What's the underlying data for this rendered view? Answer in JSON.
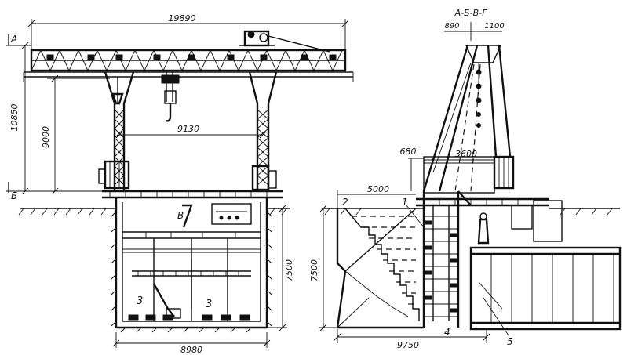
{
  "dimensions": {
    "span_width": "19890",
    "leg_spacing": "9130",
    "crane_height": "10850",
    "hook_height": "9000",
    "pit_width": "8980",
    "pit_depth": "7500",
    "section_depth": "7500",
    "overall_length": "9750",
    "slope_width": "5000",
    "crane_offset": "3600",
    "shaft_edge": "680",
    "left_offset": "890",
    "right_offset": "1100"
  },
  "markers": {
    "level_a": "А",
    "level_b": "Б",
    "section_label": "А-Б-В-Г",
    "point_v": "В"
  },
  "labels": {
    "n1": "1",
    "n2": "2",
    "n3_left": "3",
    "n3_right": "3",
    "n4": "4",
    "n5": "5"
  }
}
